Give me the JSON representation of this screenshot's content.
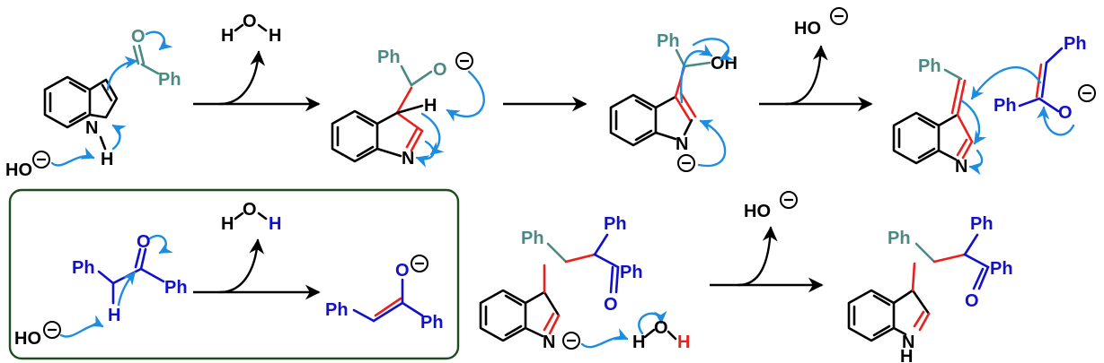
{
  "colors": {
    "black": "#000000",
    "teal": "#4a8a84",
    "blue": "#1111cc",
    "red": "#e8211d",
    "arrow_blue": "#1d8de0",
    "box_border": "#1e4d1e"
  },
  "labels": {
    "o": "O",
    "h": "H",
    "n": "N",
    "nh": "NH",
    "ph": "Ph",
    "ho": "HO",
    "oh": "OH",
    "charge": "−"
  },
  "icons": {
    "reaction_arrow": "reaction-arrow-icon",
    "curly_arrow": "electron-pushing-arrow-icon",
    "negative_charge": "circled-minus-icon"
  }
}
